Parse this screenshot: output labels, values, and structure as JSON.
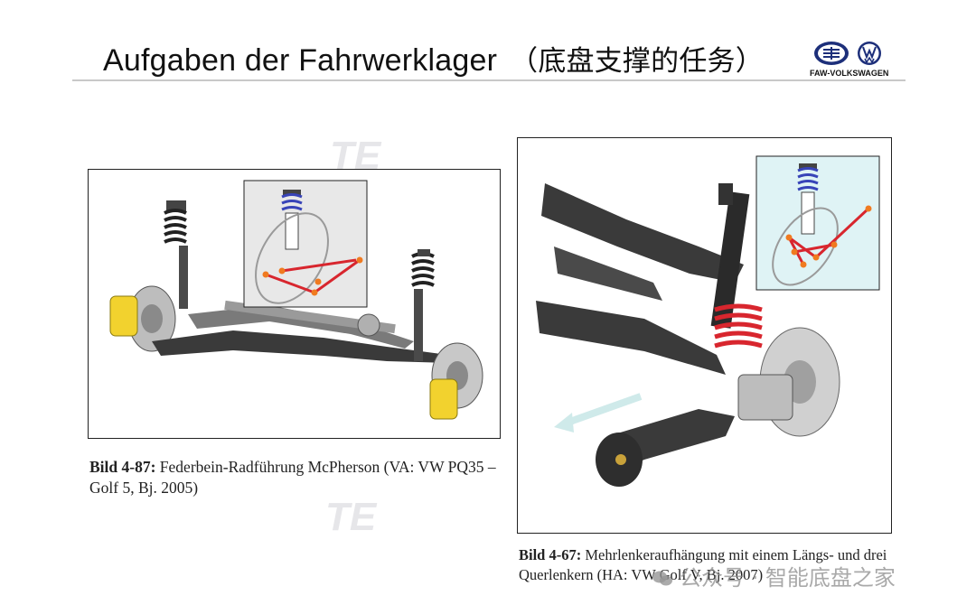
{
  "header": {
    "title_de": "Aufgaben der Fahrwerklager",
    "title_cn": "（底盘支撑的任务）",
    "logo_text": "FAW-VOLKSWAGEN"
  },
  "figures": [
    {
      "label": "Bild 4-87:",
      "caption": " Federbein-Radführung McPherson (VA: VW PQ35 – Golf 5, Bj. 2005)"
    },
    {
      "label": "Bild 4-67:",
      "caption": " Mehrlenkeraufhängung mit einem Längs- und drei Querlenkern (HA: VW Golf V, Bj. 2007)"
    }
  ],
  "watermark": {
    "wechat_text": "公众号 · 智能底盘之家",
    "te_mark": "TE"
  },
  "colors": {
    "caliper": "#f2d22e",
    "spring_red": "#d8262e",
    "spring_blue": "#3844b8",
    "subframe": "#3a3a3a",
    "inset_bg": "#dff3f5"
  }
}
